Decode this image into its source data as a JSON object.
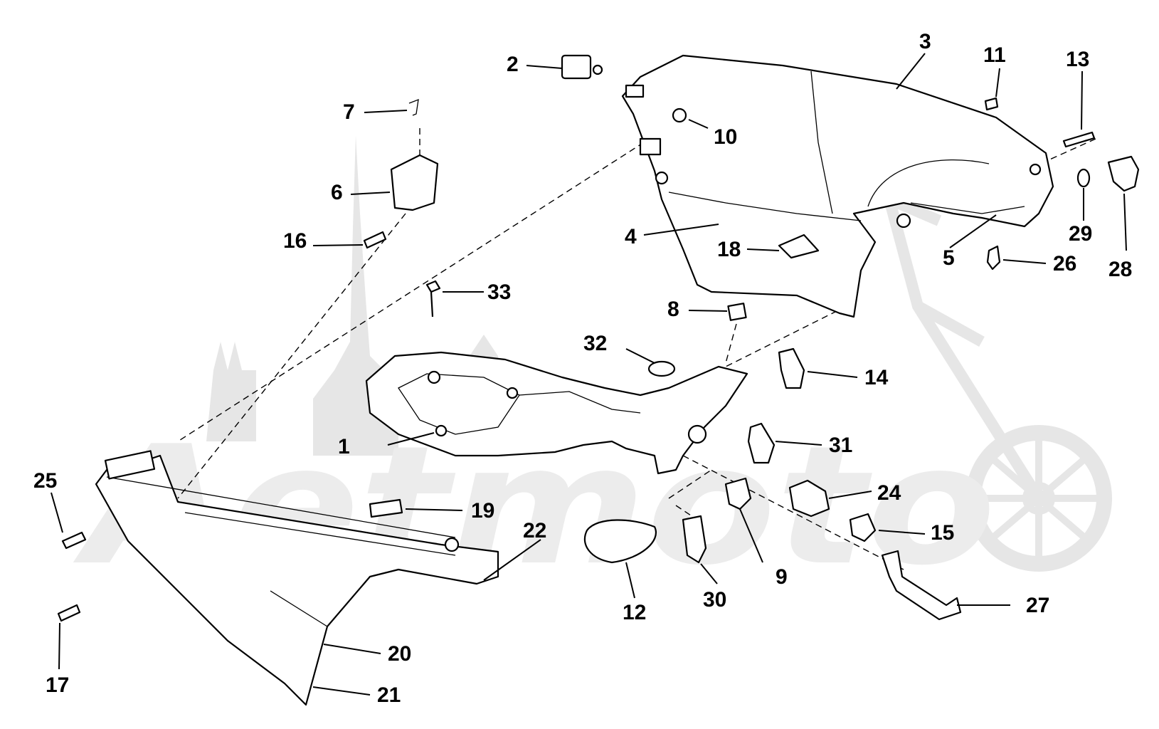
{
  "diagram": {
    "watermark_text": "Aetmoto",
    "callouts": [
      {
        "id": "1",
        "label": "1"
      },
      {
        "id": "2",
        "label": "2"
      },
      {
        "id": "3",
        "label": "3"
      },
      {
        "id": "4",
        "label": "4"
      },
      {
        "id": "5",
        "label": "5"
      },
      {
        "id": "6",
        "label": "6"
      },
      {
        "id": "7",
        "label": "7"
      },
      {
        "id": "8",
        "label": "8"
      },
      {
        "id": "9",
        "label": "9"
      },
      {
        "id": "10",
        "label": "10"
      },
      {
        "id": "11",
        "label": "11"
      },
      {
        "id": "12",
        "label": "12"
      },
      {
        "id": "13",
        "label": "13"
      },
      {
        "id": "14",
        "label": "14"
      },
      {
        "id": "15",
        "label": "15"
      },
      {
        "id": "16",
        "label": "16"
      },
      {
        "id": "17",
        "label": "17"
      },
      {
        "id": "18",
        "label": "18"
      },
      {
        "id": "19",
        "label": "19"
      },
      {
        "id": "20",
        "label": "20"
      },
      {
        "id": "21",
        "label": "21"
      },
      {
        "id": "22",
        "label": "22"
      },
      {
        "id": "24",
        "label": "24"
      },
      {
        "id": "25",
        "label": "25"
      },
      {
        "id": "26",
        "label": "26"
      },
      {
        "id": "27",
        "label": "27"
      },
      {
        "id": "28",
        "label": "28"
      },
      {
        "id": "29",
        "label": "29"
      },
      {
        "id": "30",
        "label": "30"
      },
      {
        "id": "31",
        "label": "31"
      },
      {
        "id": "32",
        "label": "32"
      },
      {
        "id": "33",
        "label": "33"
      }
    ]
  }
}
